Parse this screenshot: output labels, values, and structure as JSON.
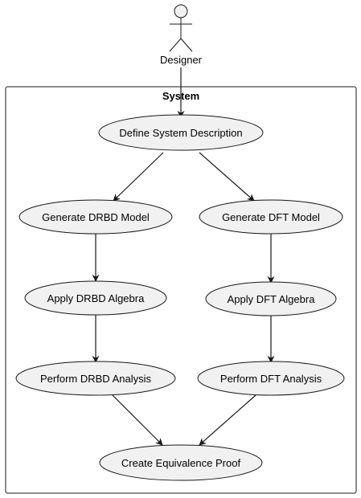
{
  "diagram": {
    "type": "use-case",
    "colors": {
      "node_fill": "#f1f1f1",
      "node_stroke": "#181818",
      "edge": "#181818",
      "boundary_stroke": "#181818",
      "background": "#ffffff"
    },
    "actor": {
      "name": "Designer",
      "icon": "stick-figure-icon"
    },
    "boundary": {
      "title": "System"
    },
    "use_cases": [
      {
        "id": "define",
        "label": "Define System Description"
      },
      {
        "id": "gen_drbd",
        "label": "Generate DRBD Model"
      },
      {
        "id": "gen_dft",
        "label": "Generate DFT Model"
      },
      {
        "id": "apply_drbd",
        "label": "Apply DRBD Algebra"
      },
      {
        "id": "apply_dft",
        "label": "Apply DFT Algebra"
      },
      {
        "id": "perf_drbd",
        "label": "Perform DRBD Analysis"
      },
      {
        "id": "perf_dft",
        "label": "Perform DFT Analysis"
      },
      {
        "id": "proof",
        "label": "Create Equivalence Proof"
      }
    ],
    "edges": [
      {
        "from": "actor",
        "to": "define"
      },
      {
        "from": "define",
        "to": "gen_drbd"
      },
      {
        "from": "define",
        "to": "gen_dft"
      },
      {
        "from": "gen_drbd",
        "to": "apply_drbd"
      },
      {
        "from": "gen_dft",
        "to": "apply_dft"
      },
      {
        "from": "apply_drbd",
        "to": "perf_drbd"
      },
      {
        "from": "apply_dft",
        "to": "perf_dft"
      },
      {
        "from": "perf_drbd",
        "to": "proof"
      },
      {
        "from": "perf_dft",
        "to": "proof"
      }
    ]
  }
}
